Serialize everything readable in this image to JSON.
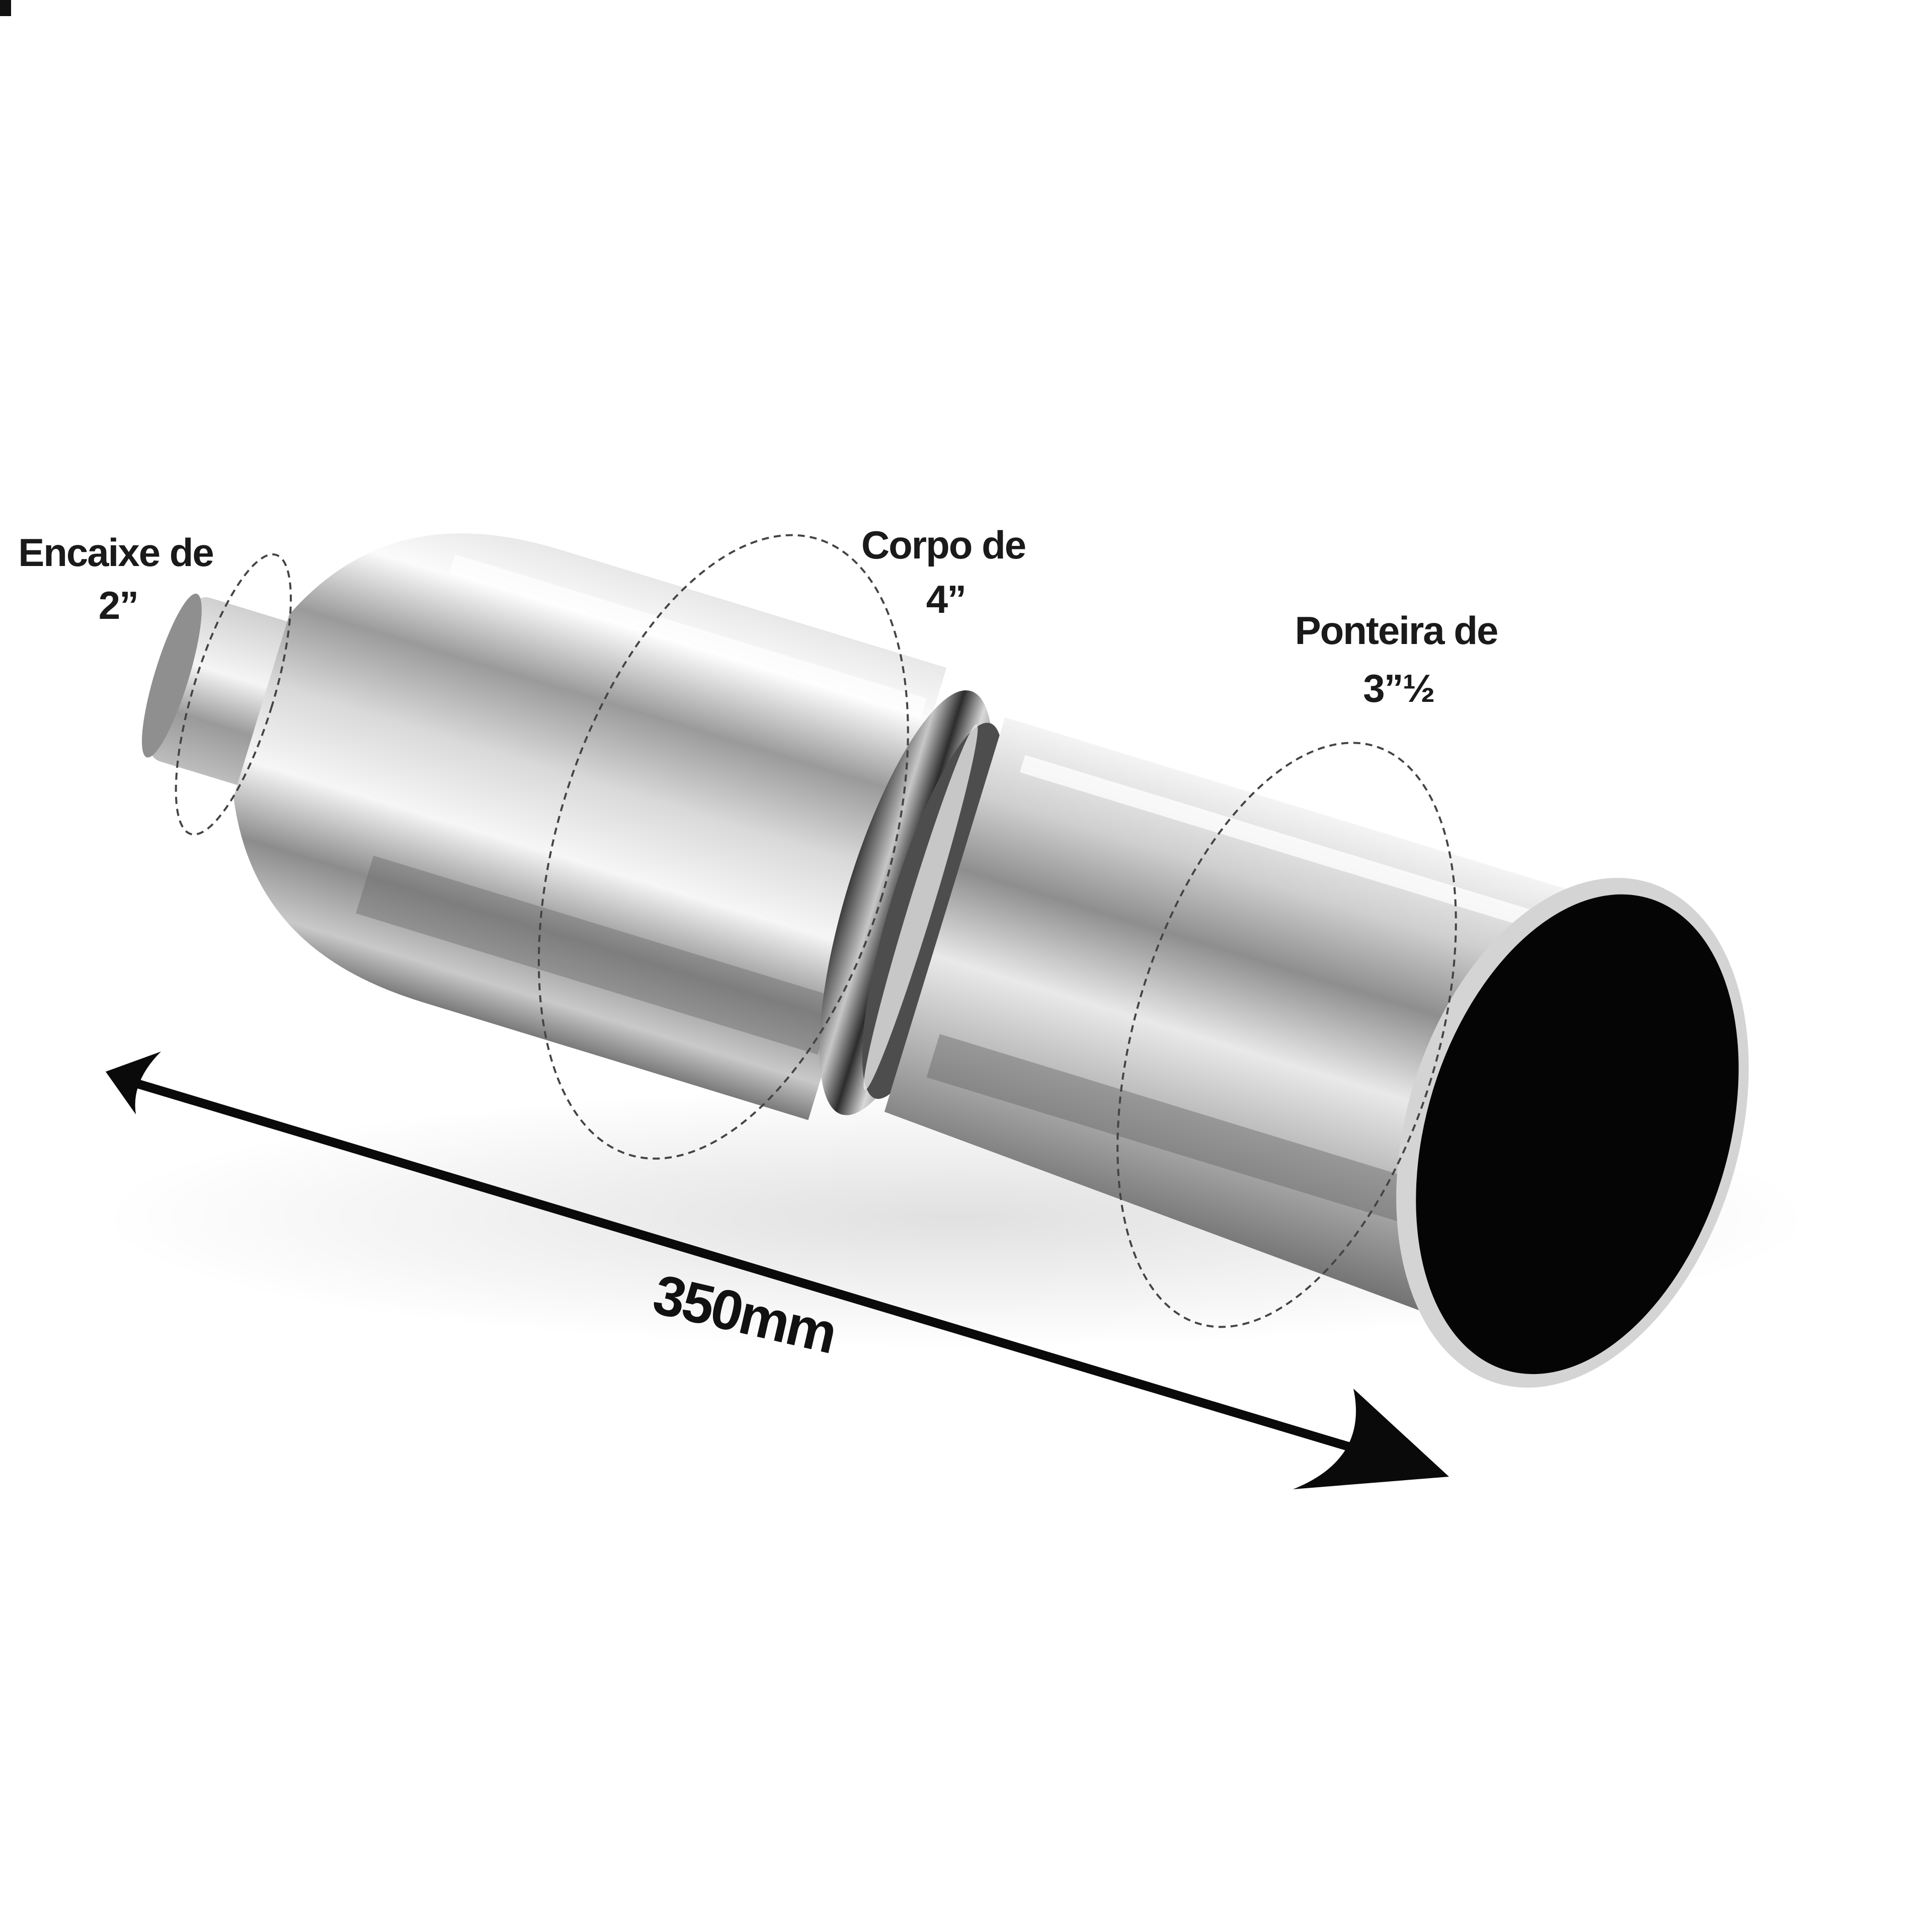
{
  "photo": {
    "subject": "stainless steel exhaust muffler with angled tip",
    "background_color": "#ffffff",
    "metal_light": "#f2f2f2",
    "metal_mid": "#b8b8b8",
    "metal_dark": "#5a5a5a",
    "tip_opening": "#050505"
  },
  "callouts": {
    "inlet": {
      "line1": "Encaixe de",
      "line2": "2”"
    },
    "body": {
      "line1": "Corpo de",
      "line2": "4”"
    },
    "tip": {
      "line1": "Ponteira de",
      "line2": "3”½"
    }
  },
  "dimension": {
    "label": "350mm"
  }
}
